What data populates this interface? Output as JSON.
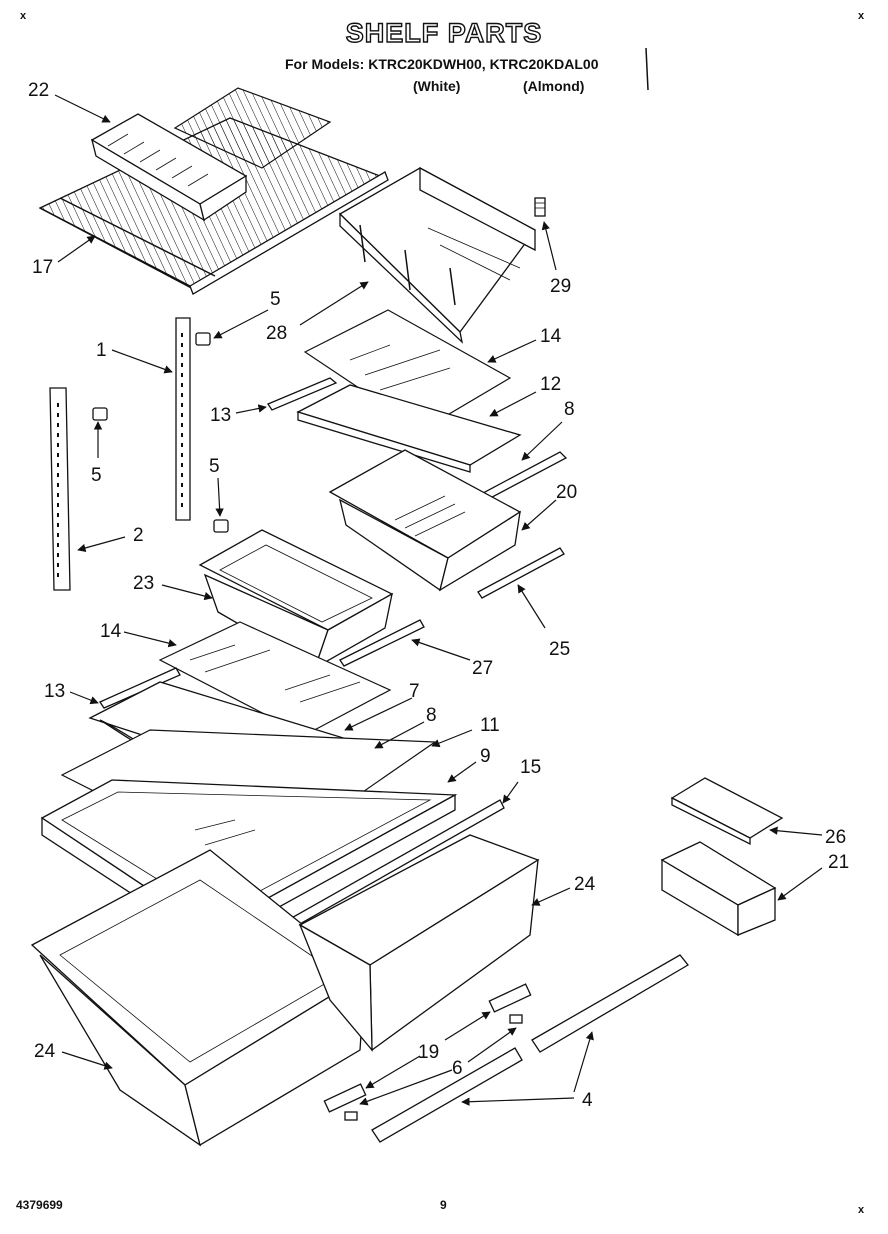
{
  "header": {
    "title": "SHELF PARTS",
    "models_line": "For Models: KTRC20KDWH00, KTRC20KDAL00",
    "variant_white": "(White)",
    "variant_almond": "(Almond)"
  },
  "footer": {
    "doc_number": "4379699",
    "page_number": "9"
  },
  "corner_marks": [
    "x",
    "x",
    "x"
  ],
  "callouts": [
    "22",
    "17",
    "5",
    "28",
    "29",
    "1",
    "14",
    "12",
    "13",
    "8",
    "5",
    "5",
    "20",
    "2",
    "23",
    "14",
    "25",
    "27",
    "13",
    "7",
    "8",
    "11",
    "9",
    "15",
    "26",
    "21",
    "24",
    "24",
    "19",
    "6",
    "4"
  ]
}
